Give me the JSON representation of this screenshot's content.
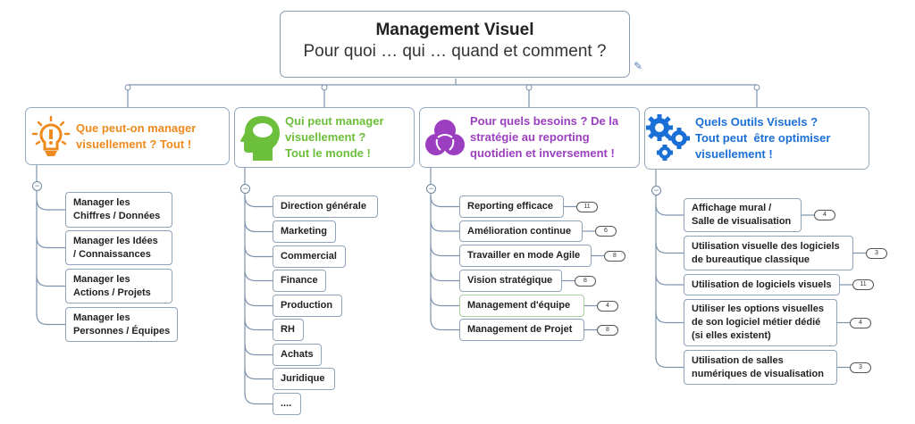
{
  "central": {
    "title": "Management Visuel",
    "subtitle": "Pour quoi … qui  … quand et comment ?",
    "note_icon": "note-edit-icon"
  },
  "branches": [
    {
      "label": "Que peut-on manager\nvisuellement ? Tout !",
      "color": "#ee8a1e",
      "icon": "lightbulb-icon",
      "children": [
        {
          "label": "Manager les\nChiffres / Données"
        },
        {
          "label": "Manager les Idées\n/ Connaissances"
        },
        {
          "label": "Manager les\nActions / Projets"
        },
        {
          "label": "Manager les\nPersonnes / Équipes"
        }
      ]
    },
    {
      "label": "Qui peut manager\nvisuellement ?\nTout le monde !",
      "color": "#6cbf3a",
      "icon": "head-brain-icon",
      "children": [
        {
          "label": "Direction générale"
        },
        {
          "label": "Marketing"
        },
        {
          "label": "Commercial"
        },
        {
          "label": "Finance"
        },
        {
          "label": "Production"
        },
        {
          "label": "RH"
        },
        {
          "label": "Achats"
        },
        {
          "label": "Juridique"
        },
        {
          "label": "...."
        }
      ]
    },
    {
      "label": "Pour quels besoins ? De la\nstratégie au reporting\nquotidien et inversement !",
      "color": "#9b3fc0",
      "icon": "venn-icon",
      "children": [
        {
          "label": "Reporting efficace",
          "count": "11"
        },
        {
          "label": "Amélioration continue",
          "count": "6"
        },
        {
          "label": "Travailler en mode Agile",
          "count": "8"
        },
        {
          "label": "Vision stratégique",
          "count": "8"
        },
        {
          "label": "Management d'équipe",
          "count": "4"
        },
        {
          "label": "Management de Projet",
          "count": "8"
        }
      ]
    },
    {
      "label": "Quels Outils Visuels ?\nTout peut  être optimiser\nvisuellement !",
      "color": "#1a6fd6",
      "icon": "gears-icon",
      "children": [
        {
          "label": "Affichage mural /\nSalle de visualisation",
          "count": "4"
        },
        {
          "label": "Utilisation visuelle des logiciels\nde bureautique classique",
          "count": "3"
        },
        {
          "label": "Utilisation de logiciels visuels",
          "count": "11"
        },
        {
          "label": "Utiliser les options visuelles\nde son logiciel métier dédié\n(si elles existent)",
          "count": "4"
        },
        {
          "label": "Utilisation de salles\nnumériques de visualisation",
          "count": "3"
        }
      ]
    }
  ]
}
